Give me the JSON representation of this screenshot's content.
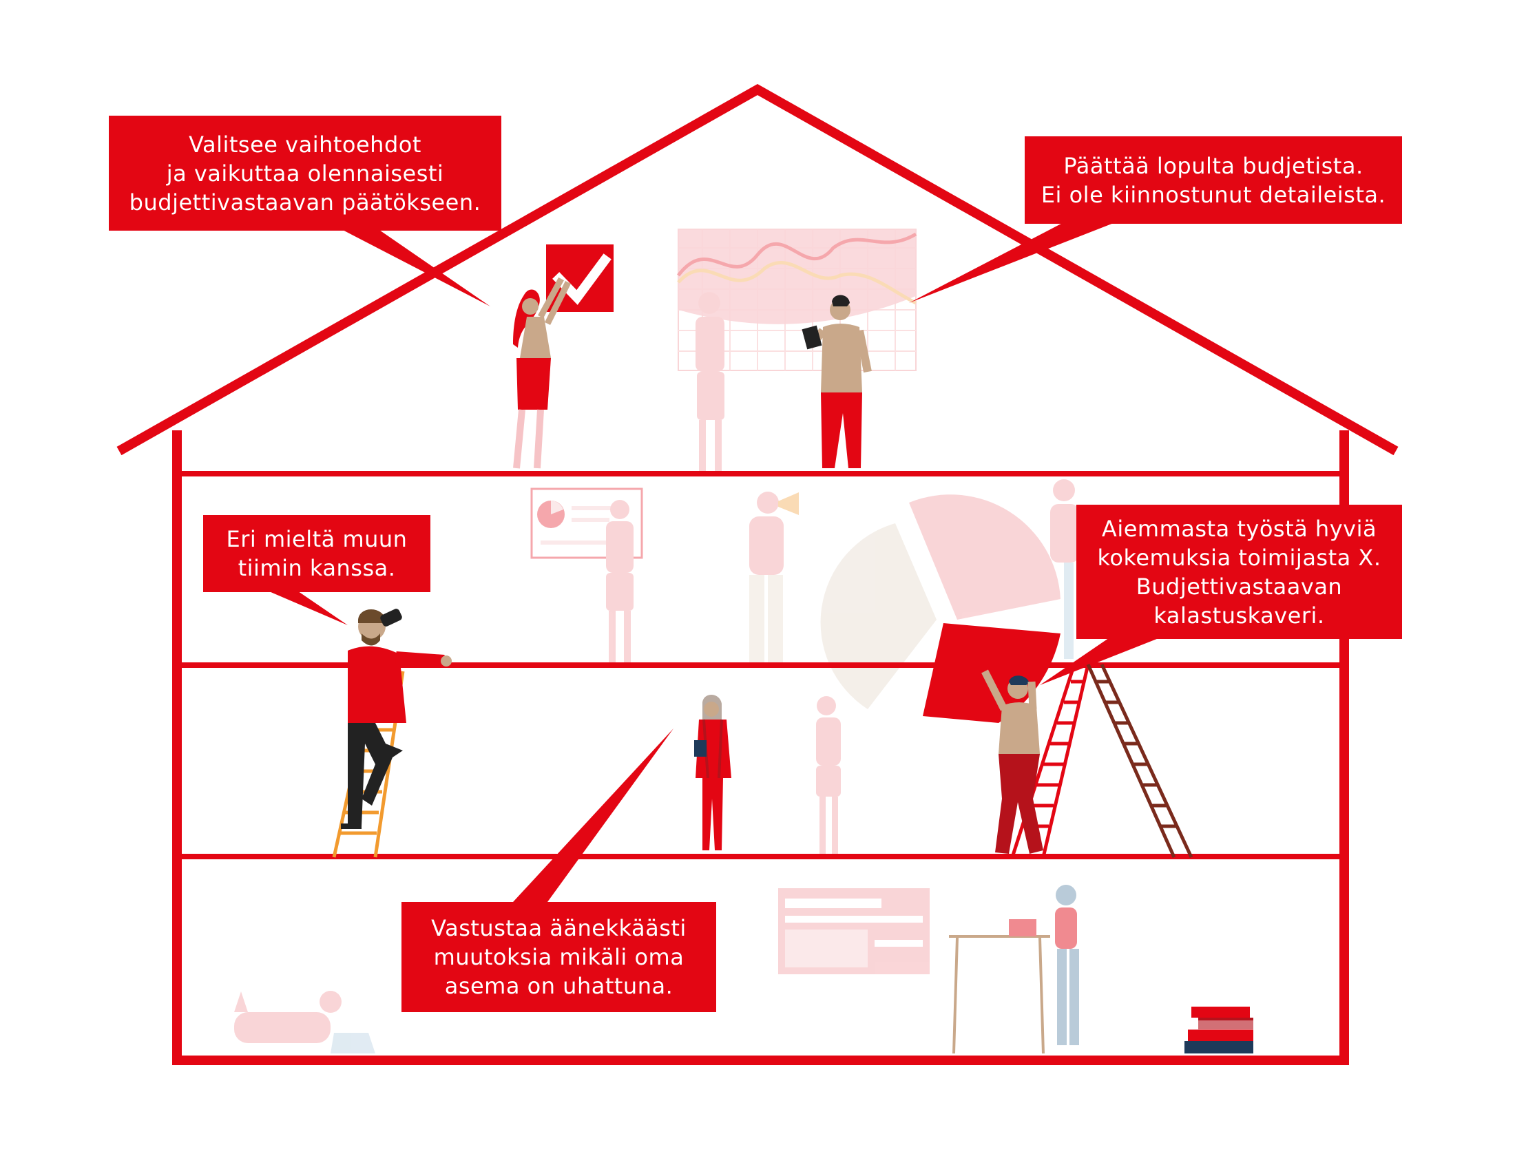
{
  "colors": {
    "brand_red": "#e30613",
    "pale_red": "#f6c3c6",
    "beige": "#c9a88a",
    "dark": "#222222",
    "orange": "#f29a2e",
    "brown": "#7a2a1c",
    "pale_gray": "#ece4dc"
  },
  "callouts": {
    "top_left": [
      "Valitsee vaihtoehdot",
      "ja vaikuttaa olennaisesti",
      "budjettivastaavan päätökseen."
    ],
    "top_right": [
      "Päättää lopulta budjetista.",
      "Ei ole kiinnostunut detaileista."
    ],
    "mid_left": [
      "Eri mieltä muun",
      "tiimin kanssa."
    ],
    "mid_right": [
      "Aiemmasta työstä hyviä",
      "kokemuksia toimijasta X.",
      "Budjettivastaavan",
      "kalastuskaveri."
    ],
    "bottom": [
      "Vastustaa äänekkäästi",
      "muutoksia mikäli oma",
      "asema on uhattuna."
    ]
  },
  "icons": {
    "checkmark": "checkmark-icon",
    "chart_board": "line-chart-board-icon",
    "pie_chart": "pie-chart-icon",
    "megaphone": "megaphone-icon",
    "binoculars": "binoculars-icon",
    "laptop": "laptop-icon",
    "books": "book-stack-icon",
    "tablet": "tablet-icon"
  }
}
